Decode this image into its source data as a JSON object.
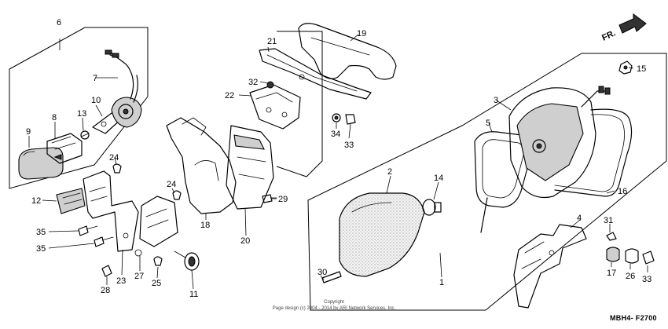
{
  "diagram": {
    "direction_indicator": "FR.",
    "figure_code": "MBH4- F2700",
    "footer": {
      "line1": "Copyright",
      "line2": "Page design (c) 2004 - 2014 by ARI Network Services, Inc."
    },
    "callouts": {
      "c1": "1",
      "c2": "2",
      "c3": "3",
      "c4": "4",
      "c5": "5",
      "c6": "6",
      "c7": "7",
      "c8": "8",
      "c9": "9",
      "c10": "10",
      "c11": "11",
      "c12": "12",
      "c13": "13",
      "c14": "14",
      "c15": "15",
      "c16": "16",
      "c17": "17",
      "c18": "18",
      "c19": "19",
      "c20": "20",
      "c21": "21",
      "c22": "22",
      "c23": "23",
      "c24a": "24",
      "c24b": "24",
      "c25": "25",
      "c26": "26",
      "c27": "27",
      "c28": "28",
      "c29": "29",
      "c30": "30",
      "c31": "31",
      "c32": "32",
      "c33a": "33",
      "c33b": "33",
      "c34": "34",
      "c35a": "35",
      "c35b": "35"
    }
  }
}
